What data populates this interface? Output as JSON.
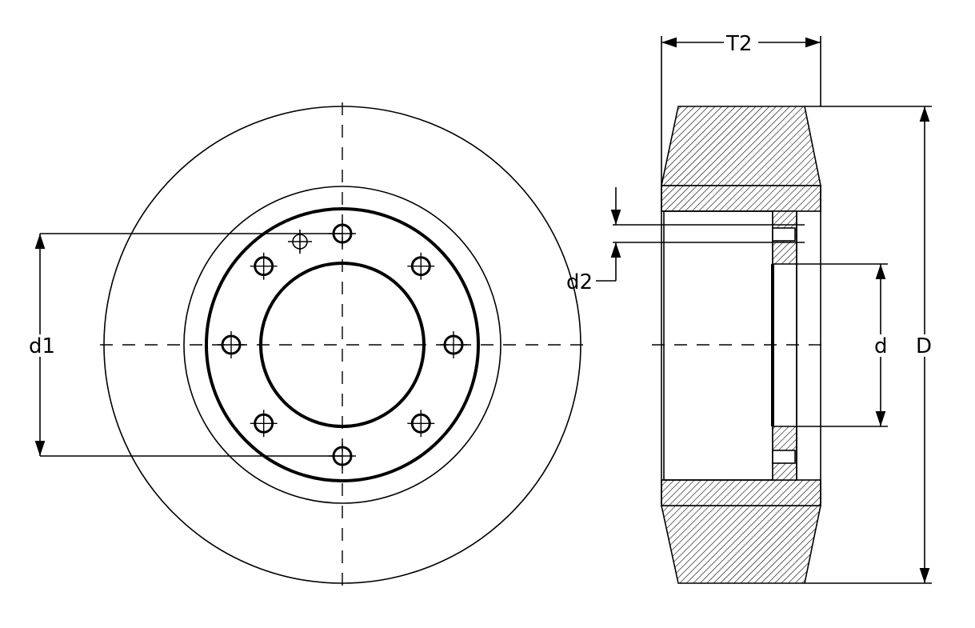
{
  "title": "",
  "front_view": {
    "bolt_hole_count": 8,
    "labels": {
      "d1": "d1"
    }
  },
  "side_view": {
    "labels": {
      "T2": "T2",
      "d2": "d2",
      "d": "d",
      "D": "D"
    }
  },
  "colors": {
    "line": "#000000",
    "background": "#ffffff"
  }
}
